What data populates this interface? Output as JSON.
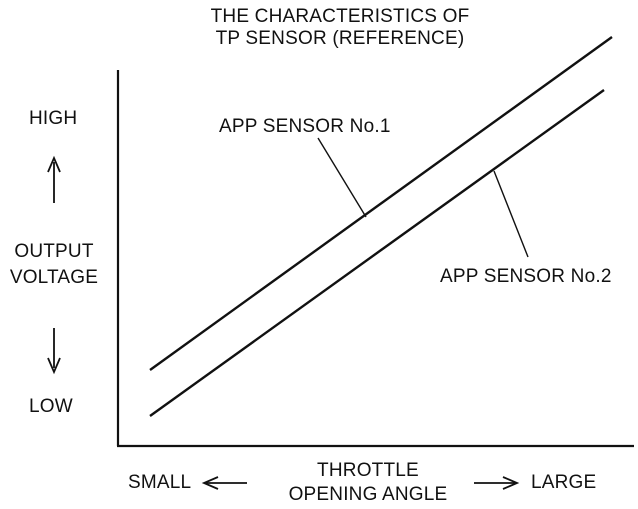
{
  "title": {
    "line1": "THE CHARACTERISTICS OF",
    "line2": "TP SENSOR (REFERENCE)"
  },
  "y_axis": {
    "high_label": "HIGH",
    "low_label": "LOW",
    "label_line1": "OUTPUT",
    "label_line2": "VOLTAGE"
  },
  "x_axis": {
    "small_label": "SMALL",
    "large_label": "LARGE",
    "label_line1": "THROTTLE",
    "label_line2": "OPENING ANGLE"
  },
  "series": [
    {
      "name": "APP SENSOR No.1"
    },
    {
      "name": "APP SENSOR No.2"
    }
  ],
  "colors": {
    "line": "#111111",
    "background": "#ffffff"
  }
}
